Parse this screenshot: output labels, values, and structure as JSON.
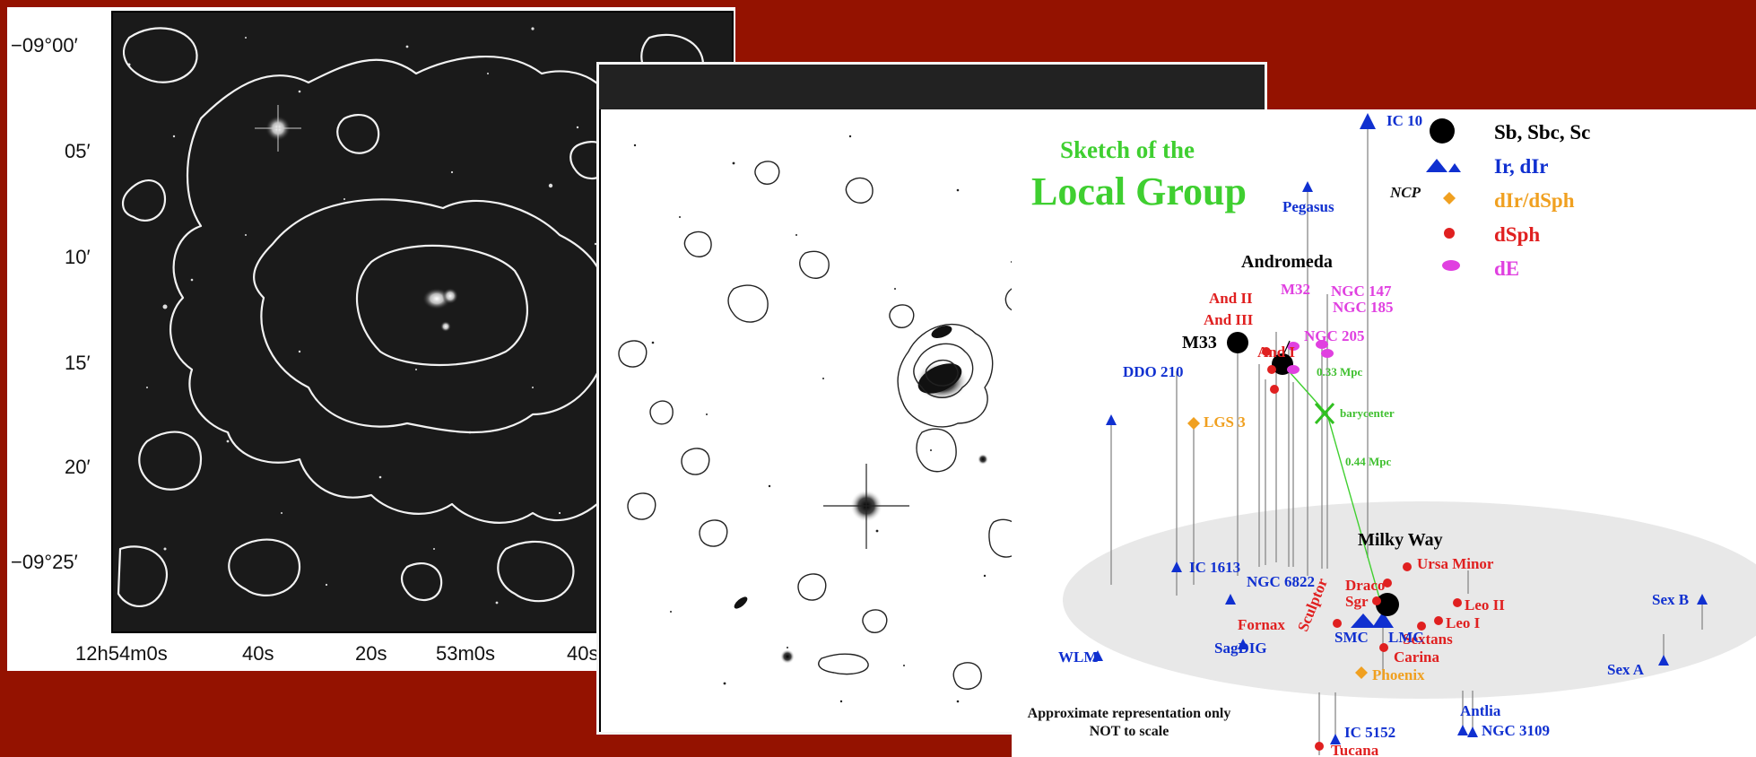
{
  "left_panel": {
    "dec_labels": [
      "−09°00′",
      "05′",
      "10′",
      "15′",
      "20′",
      "−09°25′"
    ],
    "ra_labels": [
      "12h54m0s",
      "40s",
      "20s",
      "53m0s",
      "40s"
    ]
  },
  "local_group": {
    "title_line1": "Sketch of the",
    "title_line2": "Local Group",
    "ncp": "NCP",
    "legend": [
      {
        "label": "Sb, Sbc, Sc",
        "color": "#000000",
        "symbol": "large-dot"
      },
      {
        "label": "Ir, dIr",
        "color": "#1030d0",
        "symbol": "triangles"
      },
      {
        "label": "dIr/dSph",
        "color": "#f0a020",
        "symbol": "diamond"
      },
      {
        "label": "dSph",
        "color": "#e02020",
        "symbol": "small-dot"
      },
      {
        "label": "dE",
        "color": "#e040e0",
        "symbol": "ellipse"
      }
    ],
    "galaxies": {
      "ic10": "IC 10",
      "pegasus": "Pegasus",
      "andromeda": "Andromeda",
      "m32": "M32",
      "ngc147": "NGC 147",
      "ngc185": "NGC 185",
      "ngc205": "NGC 205",
      "andII": "And II",
      "andIII": "And III",
      "andI": "And I",
      "m33": "M33",
      "ddo210": "DDO 210",
      "lgs3": "LGS 3",
      "milkyway": "Milky Way",
      "ursaminor": "Ursa Minor",
      "draco": "Draco",
      "sgr": "Sgr",
      "sculptor": "Sculptor",
      "leoII": "Leo II",
      "leoI": "Leo I",
      "sextans": "Sextans",
      "carina": "Carina",
      "fornax": "Fornax",
      "smc": "SMC",
      "lmc": "LMC",
      "ic1613": "IC 1613",
      "ngc6822": "NGC 6822",
      "sagdig": "SagDIG",
      "wlm": "WLM",
      "phoenix": "Phoenix",
      "sexB": "Sex B",
      "sexA": "Sex A",
      "antlia": "Antlia",
      "ngc3109": "NGC 3109",
      "ic5152": "IC 5152",
      "tucana": "Tucana"
    },
    "distance_labels": {
      "d1": "0.33 Mpc",
      "d2": "0.44 Mpc",
      "barycenter": "barycenter"
    },
    "note_line1": "Approximate representation only",
    "note_line2": "NOT to scale"
  },
  "colors": {
    "background": "#941200",
    "title_green": "#3fcf30",
    "irregular_blue": "#1030d0",
    "dsph_red": "#e02020",
    "de_magenta": "#e040e0",
    "dirdsph_orange": "#f0a020"
  }
}
